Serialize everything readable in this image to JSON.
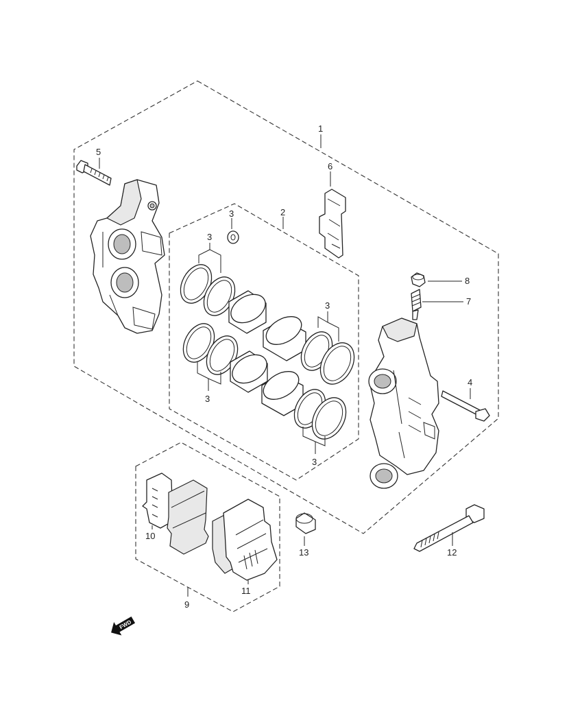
{
  "callouts": {
    "c1": "1",
    "c2": "2",
    "c3a": "3",
    "c3b": "3",
    "c3c": "3",
    "c3d": "3",
    "c3e": "3",
    "c4": "4",
    "c5": "5",
    "c6": "6",
    "c7": "7",
    "c8": "8",
    "c9": "9",
    "c10": "10",
    "c11": "11",
    "c12": "12",
    "c13": "13"
  },
  "direction_marker": {
    "label": "FWD",
    "icon": "forward-arrow-icon"
  },
  "colors": {
    "line": "#222222",
    "background": "#ffffff"
  }
}
